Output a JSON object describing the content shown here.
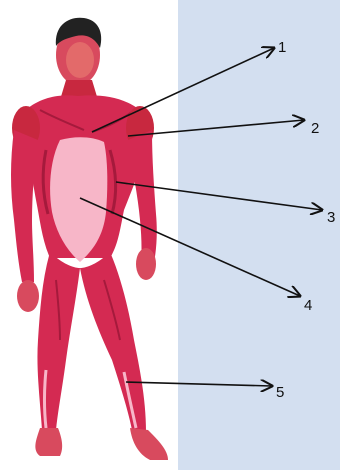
{
  "colors": {
    "background": "#d3dff0",
    "panel": "#ffffff",
    "muscle": "#d42a52",
    "muscle_dark": "#a51a3c",
    "fascia": "#f7b6c8",
    "skin": "#eea08a",
    "hair": "#222222",
    "arrow": "#111111"
  },
  "labels": [
    {
      "number": "1"
    },
    {
      "number": "2"
    },
    {
      "number": "3"
    },
    {
      "number": "4"
    },
    {
      "number": "5"
    }
  ]
}
